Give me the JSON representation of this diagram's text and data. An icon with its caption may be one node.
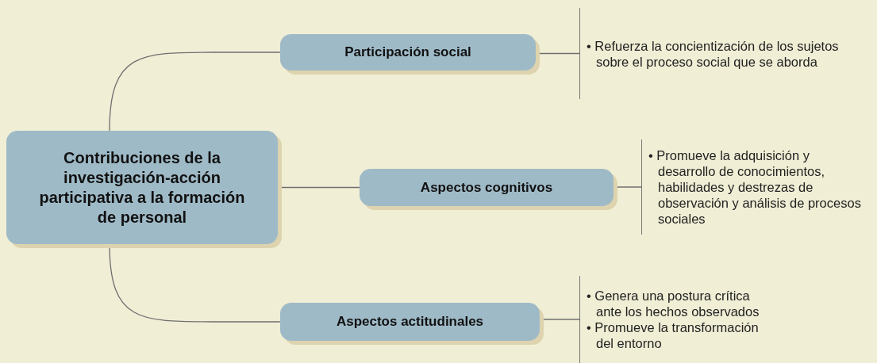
{
  "diagram": {
    "nodes": [
      {
        "text": [
          "Contribuciones de la investigación-acción participativa a la formación de personal"
        ]
      },
      {
        "text": [
          "Participación social"
        ]
      },
      {
        "text": [
          "Aspectos cognitivos"
        ]
      },
      {
        "text": [
          "Aspectos actitudinales"
        ]
      },
      {
        "text": [
          "• Refuerza la concientización de los sujetos sobre el proceso social que se aborda"
        ]
      },
      {
        "text": [
          "• Promueve la adquisición y desarrollo de conocimientos, habilidades y destrezas de observación y análisis de procesos sociales"
        ]
      },
      {
        "text": [
          "• Genera una postura crítica ante los hechos observados",
          "• Promueve la transformación del entorno"
        ]
      }
    ],
    "edges": [
      {
        "from": 0,
        "to": 1,
        "arrow": "none"
      },
      {
        "from": 0,
        "to": 2,
        "arrow": "none"
      },
      {
        "from": 0,
        "to": 3,
        "arrow": "none"
      },
      {
        "from": 1,
        "to": 4,
        "arrow": "none"
      },
      {
        "from": 2,
        "to": 5,
        "arrow": "none"
      },
      {
        "from": 3,
        "to": 6,
        "arrow": "none"
      }
    ]
  }
}
